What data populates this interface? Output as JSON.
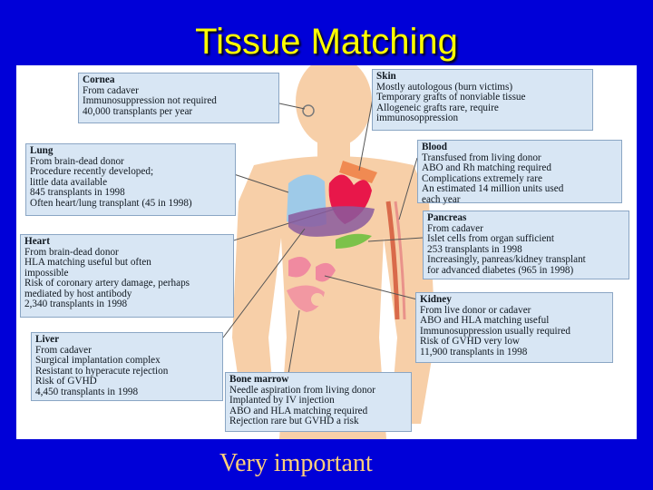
{
  "slide": {
    "title": "Tissue Matching",
    "caption": "Very important"
  },
  "boxes": {
    "cornea": {
      "heading": "Cornea",
      "lines": [
        "From cadaver",
        "Immunosuppression not required",
        "40,000 transplants per year"
      ]
    },
    "skin": {
      "heading": "Skin",
      "lines": [
        "Mostly autologous (burn victims)",
        "Temporary grafts of nonviable tissue",
        "Allogeneic grafts rare, require",
        "immunosoppression"
      ]
    },
    "lung": {
      "heading": "Lung",
      "lines": [
        "From brain-dead donor",
        "Procedure recently developed;",
        "little data available",
        "845 transplants in 1998",
        "Often heart/lung transplant (45 in 1998)"
      ]
    },
    "blood": {
      "heading": "Blood",
      "lines": [
        "Transfused from living donor",
        "ABO and Rh matching required",
        "Complications extremely rare",
        "An estimated 14 million units used",
        "each year"
      ]
    },
    "pancreas": {
      "heading": "Pancreas",
      "lines": [
        "From cadaver",
        "Islet cells from organ sufficient",
        "253 transplants in 1998",
        "Increasingly, panreas/kidney transplant",
        "for advanced diabetes (965 in 1998)"
      ]
    },
    "heart": {
      "heading": "Heart",
      "lines": [
        "From brain-dead donor",
        "HLA matching useful but often",
        "impossible",
        "Risk of coronary artery damage, perhaps",
        "mediated by host antibody",
        "2,340 transplants in 1998"
      ]
    },
    "kidney": {
      "heading": "Kidney",
      "lines": [
        "From live donor or cadaver",
        "ABO and HLA matching useful",
        "Immunosuppression usually required",
        "Risk of GVHD very low",
        "11,900 transplants in 1998"
      ]
    },
    "liver": {
      "heading": "Liver",
      "lines": [
        "From cadaver",
        "Surgical implantation complex",
        "Resistant to hyperacute rejection",
        "Risk of GVHD",
        "4,450 transplants in 1998"
      ]
    },
    "bone_marrow": {
      "heading": "Bone marrow",
      "lines": [
        "Needle aspiration from living donor",
        "Implanted by IV injection",
        "ABO and HLA matching required",
        "Rejection rare but GVHD a risk"
      ]
    }
  },
  "colors": {
    "background": "#0000d8",
    "title": "#ffff00",
    "caption": "#ffd07a",
    "box_fill": "#d8e6f4",
    "skin": "#f7cfa8",
    "lung": "#9ecae8",
    "heart": "#e8174a",
    "liver": "#8a5a9e",
    "pancreas": "#7cc24a",
    "kidney": "#f08aa0",
    "blood_vessel": "#d96a4a"
  },
  "icons": {
    "lung": "lung-icon",
    "heart": "heart-icon",
    "liver": "liver-icon",
    "pancreas": "pancreas-icon",
    "kidney": "kidney-icon",
    "bone": "pelvis-bone-icon",
    "cornea": "glasses-eye-icon",
    "skin": "skin-graft-icon",
    "blood": "arm-vessel-icon"
  }
}
